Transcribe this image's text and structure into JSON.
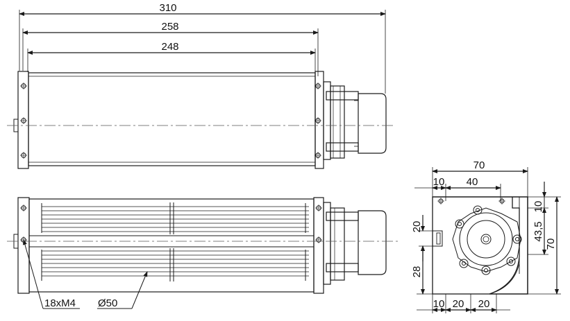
{
  "colors": {
    "line": "#1a1a1a",
    "body_fill": "#ffffff",
    "motor_fill": "#ffffff",
    "center_line": "#555555"
  },
  "top_view": {
    "dim_overall": "310",
    "dim_mid": "258",
    "dim_inner": "248"
  },
  "front_view": {
    "label_holes": "18xM4",
    "label_diameter": "Ø50"
  },
  "side_view": {
    "dim_width": "70",
    "dim_left_offset": "10",
    "dim_hole_span": "40",
    "dim_top_offset": "10",
    "dim_hole_vertical": "43,5",
    "dim_height": "70",
    "dim_slot": "20",
    "dim_slot_bottom": "28",
    "dim_bottom_a": "10",
    "dim_bottom_b": "20",
    "dim_bottom_c": "20"
  }
}
